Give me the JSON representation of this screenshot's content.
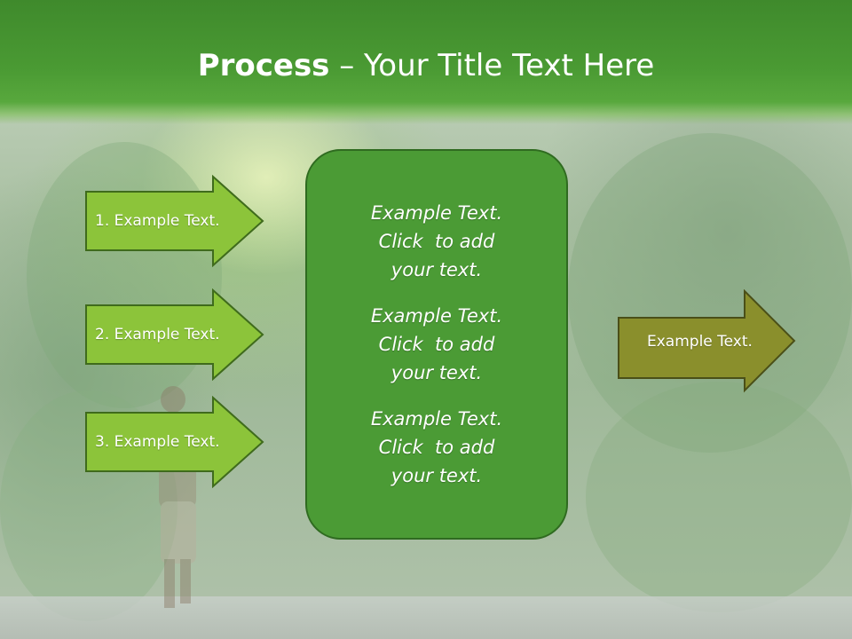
{
  "title": {
    "strong": "Process",
    "rest": " – Your Title Text Here"
  },
  "steps": [
    {
      "label": "1. Example Text."
    },
    {
      "label": "2. Example Text."
    },
    {
      "label": "3. Example Text."
    }
  ],
  "center": {
    "blocks": [
      {
        "lines": [
          "Example Text.",
          "Click  to add",
          "your text."
        ]
      },
      {
        "lines": [
          "Example Text.",
          "Click  to add",
          "your text."
        ]
      },
      {
        "lines": [
          "Example Text.",
          "Click  to add",
          "your text."
        ]
      }
    ]
  },
  "output": {
    "label": "Example Text."
  },
  "colors": {
    "header_green": "#4a9a33",
    "step_arrow_fill": "#8cc43a",
    "step_arrow_border": "#3f6b1c",
    "center_box_fill": "#4b9b35",
    "output_arrow_fill": "#8a8f2c",
    "output_arrow_border": "#4a4f18"
  }
}
